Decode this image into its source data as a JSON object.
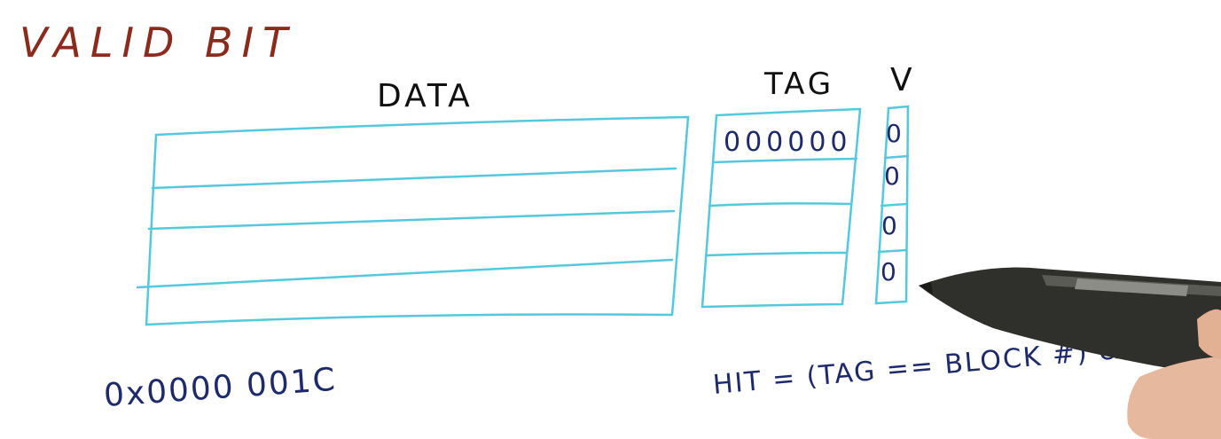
{
  "title": "VALID BIT",
  "labels": {
    "data": "DATA",
    "tag": "TAG",
    "valid": "V"
  },
  "tag_values": [
    "000000",
    "",
    "",
    ""
  ],
  "valid_bits": [
    "0",
    "0",
    "0",
    "0"
  ],
  "address": "0x0000 001C",
  "hit_formula": "HIT = (TAG == BLOCK #) & V",
  "colors": {
    "title_ink": "#8a2b1e",
    "label_ink": "#111111",
    "value_ink": "#1f2a6b",
    "grid_ink": "#54c8dc",
    "pen_body": "#2f302c"
  }
}
